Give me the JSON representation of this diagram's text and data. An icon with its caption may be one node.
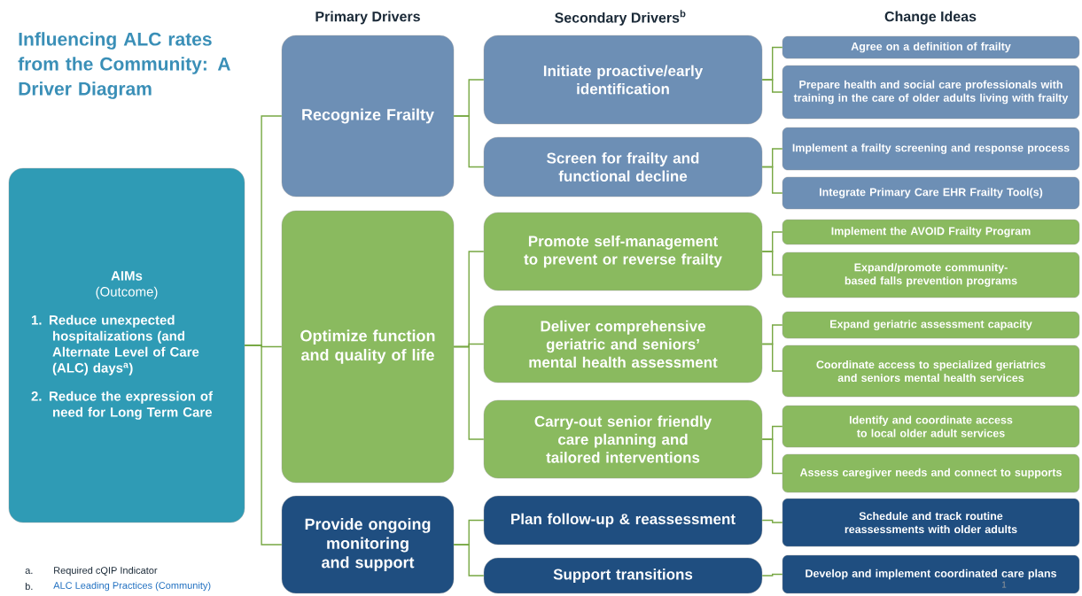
{
  "diagram": {
    "title": "Influencing ALC rates from the Community: A Driver Diagram",
    "nodes": [
      {
        "text": [
          "AIMs",
          "(Outcome)",
          "1. Reduce unexpected hospitalizations (and Alternate Level of Care (ALC) days$^{a}$)",
          "2. Reduce the expression of need for Long Term Care"
        ]
      },
      {
        "text": [
          "Recognize Frailty"
        ]
      },
      {
        "text": [
          "Optimize function and quality of life"
        ]
      },
      {
        "text": [
          "Provide ongoing monitoring and support"
        ]
      },
      {
        "text": [
          "Initiate proactive/early identification"
        ]
      },
      {
        "text": [
          "Screen for frailty and functional decline"
        ]
      },
      {
        "text": [
          "Promote self-management to prevent or reverse frailty"
        ]
      },
      {
        "text": [
          "Deliver comprehensive geriatric and seniors’ mental health assessment"
        ]
      },
      {
        "text": [
          "Carry-out senior friendly care planning and tailored interventions"
        ]
      },
      {
        "text": [
          "Plan follow-up & reassessment"
        ]
      },
      {
        "text": [
          "Support transitions"
        ]
      },
      {
        "text": [
          "Agree on a definition of frailty"
        ]
      },
      {
        "text": [
          "Prepare health and social care professionals with training in the care of older adults living with frailty"
        ]
      },
      {
        "text": [
          "Implement a frailty screening and response process"
        ]
      },
      {
        "text": [
          "Integrate Primary Care EHR Frailty Tool(s)"
        ]
      },
      {
        "text": [
          "Implement the AVOID Frailty Program"
        ]
      },
      {
        "text": [
          "Expand/promote community-based falls prevention programs"
        ]
      },
      {
        "text": [
          "Expand geriatric assessment capacity"
        ]
      },
      {
        "text": [
          "Coordinate access to specialized geriatrics and seniors mental health services"
        ]
      },
      {
        "text": [
          "Identify and coordinate access to local older adult services"
        ]
      },
      {
        "text": [
          "Assess caregiver needs and connect to supports"
        ]
      },
      {
        "text": [
          "Schedule and track routine reassessments with older adults"
        ]
      },
      {
        "text": [
          "Develop and implement coordinated care plans"
        ]
      }
    ],
    "edges": [
      {
        "from": 0,
        "to": 1,
        "arrow": "none"
      },
      {
        "from": 0,
        "to": 2,
        "arrow": "none"
      },
      {
        "from": 0,
        "to": 3,
        "arrow": "none"
      },
      {
        "from": 1,
        "to": 4,
        "arrow": "none"
      },
      {
        "from": 1,
        "to": 5,
        "arrow": "none"
      },
      {
        "from": 2,
        "to": 6,
        "arrow": "none"
      },
      {
        "from": 2,
        "to": 7,
        "arrow": "none"
      },
      {
        "from": 2,
        "to": 8,
        "arrow": "none"
      },
      {
        "from": 3,
        "to": 9,
        "arrow": "none"
      },
      {
        "from": 3,
        "to": 10,
        "arrow": "none"
      },
      {
        "from": 4,
        "to": 11,
        "arrow": "none"
      },
      {
        "from": 4,
        "to": 12,
        "arrow": "none"
      },
      {
        "from": 5,
        "to": 13,
        "arrow": "none"
      },
      {
        "from": 5,
        "to": 14,
        "arrow": "none"
      },
      {
        "from": 6,
        "to": 15,
        "arrow": "none"
      },
      {
        "from": 6,
        "to": 16,
        "arrow": "none"
      },
      {
        "from": 7,
        "to": 17,
        "arrow": "none"
      },
      {
        "from": 7,
        "to": 18,
        "arrow": "none"
      },
      {
        "from": 8,
        "to": 19,
        "arrow": "none"
      },
      {
        "from": 8,
        "to": 20,
        "arrow": "none"
      },
      {
        "from": 9,
        "to": 21,
        "arrow": "none"
      },
      {
        "from": 10,
        "to": 22,
        "arrow": "none"
      }
    ],
    "labels": [
      "Primary Drivers",
      "Secondary Drivers$^{b}$",
      "Change Ideas",
      "a.",
      "Required cQIP Indicator",
      "b.",
      "ALC Leading Practices (Community)",
      "1"
    ]
  }
}
